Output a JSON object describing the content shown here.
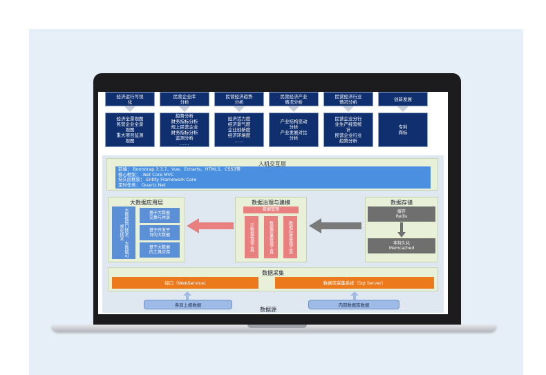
{
  "top_columns": [
    {
      "head": "经济运行可视\n化",
      "body": "经济全景视图\n民营企业全景\n视图\n重大项目监测\n视图"
    },
    {
      "head": "民营企业库\n分析",
      "body": "趋势分析\n财务指标分析\n规上民营企业\n财务指标分析\n监测分析\n……"
    },
    {
      "head": "民营经济趋势\n分析",
      "body": "经济活力度\n经济景气度\n企业创新度\n经济环境度\n……"
    },
    {
      "head": "民营经济产业\n情况分析",
      "body": "产业结构变动\n分析\n产业发展对比\n分析"
    },
    {
      "head": "民营经济行业\n情况分析",
      "body": "民营企业分行\n业生产经营统\n计\n民营企业行业\n趋势分析"
    },
    {
      "head": "创新发展",
      "body": "专利\n商标"
    }
  ],
  "hci": {
    "title": "人机交互层",
    "lines": [
      "前端： Bootstrap 3.3.7、Vue、Echarts、HTML5、CSS3等",
      "核心框架：           .Net Core MVC",
      "持久层框架：       Entity Framework Core",
      "定时任务：           Quartz.Net"
    ]
  },
  "bigdata": {
    "title": "大数据应用层",
    "left_label": "大数据接口技术、大数据可视化技术",
    "items": [
      "基于大数据\n交换与共享",
      "基于开发平\n台的大数据",
      "基于大数据\n的工具应用"
    ]
  },
  "governance": {
    "title": "数据治理与建模",
    "header": "数据管理",
    "columns": [
      "元数据管理工具",
      "数据质量管理工具",
      "数据标准管理工具"
    ]
  },
  "storage": {
    "title": "数据存储",
    "cache_label": "缓存",
    "cache_name": "Redis",
    "persist_label": "非持久化",
    "persist_name": "Memcached"
  },
  "collection": {
    "title": "数据采集",
    "left": "接口（WebService)",
    "right": "数据库采集系统（Sql Server）"
  },
  "sources": {
    "left": "各局上报数据",
    "right": "内部数据库数据",
    "title": "数据源"
  },
  "colors": {
    "navy": "#0f2f6e",
    "blue": "#5b8fd6",
    "green_panel": "#e8f0d8",
    "orange": "#ec7a1c",
    "pink": "#e98080",
    "gray": "#6f6f6f"
  }
}
